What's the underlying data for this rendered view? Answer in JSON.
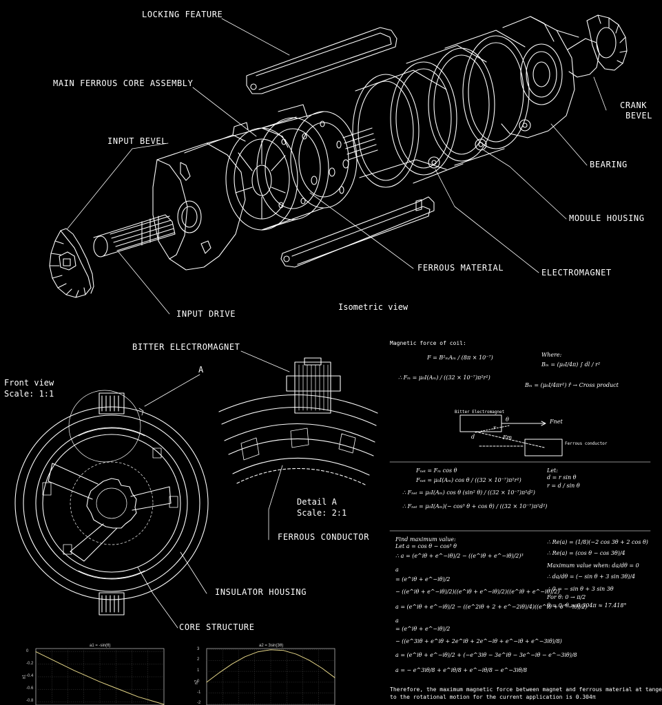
{
  "labels": {
    "locking_feature": "LOCKING FEATURE",
    "main_core": "MAIN FERROUS CORE ASSEMBLY",
    "input_bevel": "INPUT BEVEL",
    "crank_bevel_1": "CRANK",
    "crank_bevel_2": "BEVEL",
    "bearing": "BEARING",
    "module_housing": "MODULE HOUSING",
    "ferrous_material": "FERROUS MATERIAL",
    "electromagnet": "ELECTROMAGNET",
    "input_drive": "INPUT DRIVE",
    "bitter_electromagnet": "BITTER ELECTROMAGNET",
    "detail_marker": "A",
    "ferrous_conductor": "FERROUS CONDUCTOR",
    "insulator_housing": "INSULATOR HOUSING",
    "core_structure": "CORE STRUCTURE"
  },
  "captions": {
    "isometric": "Isometric view",
    "front_view": "Front view",
    "front_scale": "Scale:  1:1",
    "detail_a": "Detail A",
    "detail_scale": "Scale:  2:1"
  },
  "math": {
    "heading": "Magnetic force of coil:",
    "f1": "F = B²ₘAₘ / (8π × 10⁻⁷)",
    "f2": "∴ Fₘ = μ₀I(Aₘ) / ((32 × 10⁻⁷)π²r²)",
    "where": "Where:",
    "b1": "Bₘ = (μ₀I/4π) ∫ dl / r²",
    "b2": "Bₘ = (μ₀I/4πr²) r̂ → Cross product",
    "diag_title": "Bitter Electromagnet",
    "diag_fnet": "Fnet",
    "diag_theta": "θ",
    "diag_d": "d",
    "diag_r": "r",
    "diag_fm": "Fm",
    "diag_conductor": "Ferrous conductor",
    "n1": "Fₙₑₜ = Fₘ cos θ",
    "n2": "Fₙₑₜ = μ₀I(Aₘ) cos θ / ((32 × 10⁻⁷)π²r²)",
    "n3": "∴ Fₙₑₜ = μ₀I(Aₘ) cos θ (sin² θ) / ((32 × 10⁻⁷)π²d²)",
    "n4": "∴ Fₙₑₜ = μ₀I(Aₘ)(− cos³ θ + cos θ) / ((32 × 10⁻⁷)π²d²)",
    "let": "Let:",
    "let1": "d = r sin θ",
    "let2": "r = d / sin θ",
    "find": "Find maximum value:",
    "leta": "Let a = cos θ − cos³ θ",
    "m1": "∴ a = (e^iθ + e^−iθ)/2 − ((e^iθ + e^−iθ)/2)³",
    "m2": "a",
    "m3": "= (e^iθ + e^−iθ)/2",
    "m4": "− ((e^iθ + e^−iθ)/2)((e^iθ + e^−iθ)/2)((e^iθ + e^−iθ)/2)",
    "m5": "a = (e^iθ + e^−iθ)/2 − ((e^2iθ + 2 + e^−2iθ)/4)((e^iθ + e^−iθ)/2)",
    "m6": "a",
    "m7": "= (e^iθ + e^−iθ)/2",
    "m8": "− ((e^3iθ + e^iθ + 2e^iθ + 2e^−iθ + e^−iθ + e^−3iθ)/8)",
    "m9": "a = (e^iθ + e^−iθ)/2 + (−e^3iθ − 3e^iθ − 3e^−iθ − e^−3iθ)/8",
    "m10": "a = − e^3iθ/8 + e^iθ/8 + e^−iθ/8 − e^−3iθ/8",
    "r1": "∴ Re(a) = (1/8)(−2 cos 3θ + 2 cos θ)",
    "r2": "∴ Re(a) = (cos θ − cos 3θ)/4",
    "r3": "Maximum value when: da/dθ = 0",
    "r4": "∴ da/dθ = (− sin θ + 3 sin 3θ)/4",
    "r5": "∴ 0 = − sin θ + 3 sin 3θ",
    "r6": "For θ: 0 → π/2",
    "r7": "θ = 0; θ ≈ 0.304π ≈ 17.418°",
    "conclusion1": "Therefore, the maximum magnetic force between magnet and ferrous material at tangent",
    "conclusion2": "to the rotational motion for the current application is 0.304π"
  },
  "chart_data": [
    {
      "type": "line",
      "title": "a1 = -sin(θ)",
      "ylabel": "a1",
      "yticks": [
        "0",
        "-0.2",
        "-0.4",
        "-0.6",
        "-0.8"
      ],
      "ylim": [
        -0.85,
        0.05
      ],
      "x": [
        0,
        0.1,
        0.2,
        0.3,
        0.4,
        0.5,
        0.6,
        0.7,
        0.8,
        0.9,
        1.0
      ],
      "values": [
        0,
        -0.1,
        -0.2,
        -0.3,
        -0.39,
        -0.48,
        -0.56,
        -0.64,
        -0.72,
        -0.78,
        -0.84
      ],
      "grid": true
    },
    {
      "type": "line",
      "title": "a2 = 3sin(3θ)",
      "ylabel": "a2",
      "yticks": [
        "3",
        "2",
        "1",
        "0",
        "-1",
        "-2"
      ],
      "ylim": [
        -2.1,
        3.1
      ],
      "x": [
        0,
        0.1,
        0.2,
        0.3,
        0.4,
        0.5,
        0.6,
        0.7,
        0.8,
        0.9,
        1.0
      ],
      "values": [
        0,
        0.89,
        1.69,
        2.35,
        2.8,
        2.99,
        2.92,
        2.58,
        2.03,
        1.29,
        0.42
      ],
      "grid": true
    }
  ]
}
